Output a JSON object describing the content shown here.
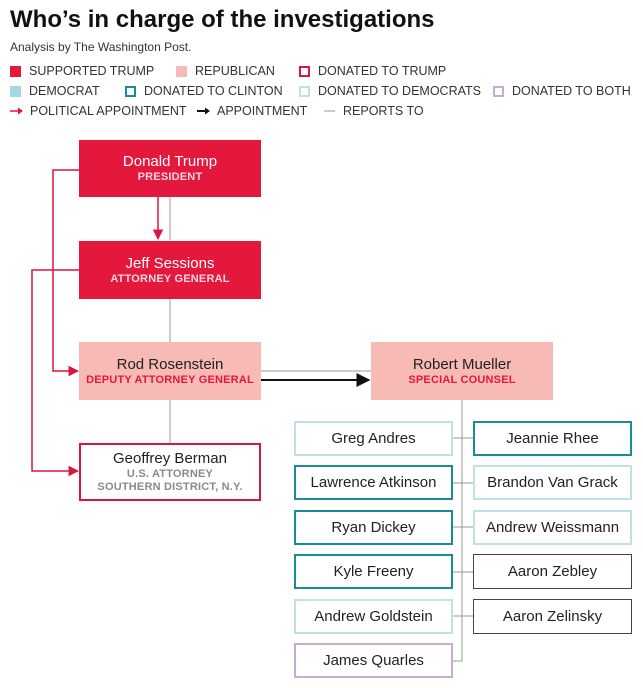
{
  "header": {
    "title": "Who’s in charge of the investigations",
    "subtitle": "Analysis by The Washington Post."
  },
  "legend": {
    "supported_trump": "SUPPORTED TRUMP",
    "republican": "REPUBLICAN",
    "donated_to_trump": "DONATED TO TRUMP",
    "democrat": "DEMOCRAT",
    "donated_to_clinton": "DONATED TO CLINTON",
    "donated_to_democrats": "DONATED TO DEMOCRATS",
    "donated_to_both": "DONATED TO BOTH",
    "political_appointment": "POLITICAL APPOINTMENT",
    "appointment": "APPOINTMENT",
    "reports_to": "REPORTS TO"
  },
  "colors": {
    "supported_trump": "#e4173d",
    "republican": "#f7bab5",
    "donated_to_trump": "#d8163f",
    "democrat": "#a6d8e3",
    "donated_to_clinton": "#1b8c96",
    "donated_to_democrats": "#bfe0e7",
    "donated_to_both": "#c8abd0"
  },
  "nodes": {
    "trump": {
      "name": "Donald Trump",
      "role": "PRESIDENT"
    },
    "sessions": {
      "name": "Jeff Sessions",
      "role": "ATTORNEY GENERAL"
    },
    "rosenstein": {
      "name": "Rod Rosenstein",
      "role": "DEPUTY ATTORNEY GENERAL"
    },
    "mueller": {
      "name": "Robert Mueller",
      "role": "SPECIAL COUNSEL"
    },
    "berman": {
      "name": "Geoffrey Berman",
      "role1": "U.S. ATTORNEY",
      "role2": "SOUTHERN DISTRICT, N.Y."
    }
  },
  "team": {
    "left": [
      {
        "name": "Greg Andres",
        "category": "donated_to_democrats"
      },
      {
        "name": "Lawrence Atkinson",
        "category": "donated_to_clinton"
      },
      {
        "name": "Ryan Dickey",
        "category": "donated_to_clinton"
      },
      {
        "name": "Kyle Freeny",
        "category": "donated_to_clinton"
      },
      {
        "name": "Andrew Goldstein",
        "category": "donated_to_democrats"
      },
      {
        "name": "James Quarles",
        "category": "donated_to_both"
      }
    ],
    "right": [
      {
        "name": "Jeannie Rhee",
        "category": "donated_to_clinton"
      },
      {
        "name": "Brandon Van Grack",
        "category": "donated_to_democrats"
      },
      {
        "name": "Andrew Weissmann",
        "category": "donated_to_democrats"
      },
      {
        "name": "Aaron Zebley",
        "category": "none"
      },
      {
        "name": "Aaron Zelinsky",
        "category": "none"
      }
    ]
  }
}
